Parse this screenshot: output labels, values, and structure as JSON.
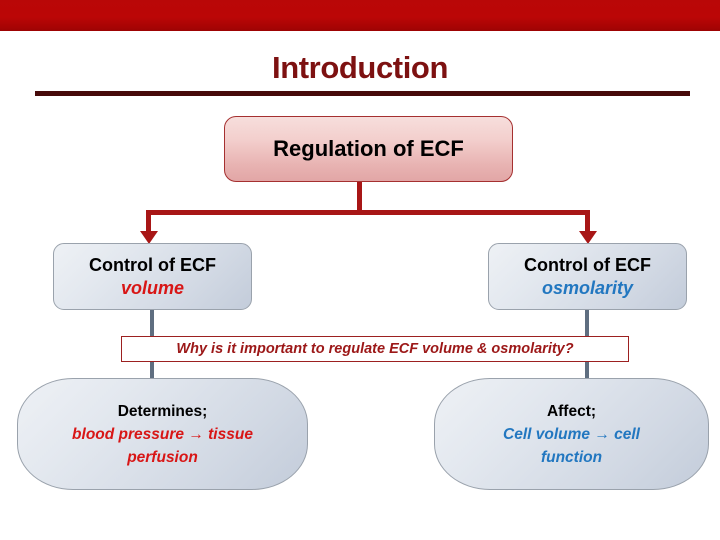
{
  "slide": {
    "title": "Introduction",
    "background_color": "#ffffff",
    "band_color": "#bb0606",
    "title_color": "#7d1111",
    "rule_color": "#470a0a"
  },
  "colors": {
    "pink_box_fill": "#f3cfcd",
    "pink_box_border": "#a53030",
    "gray_box_fill": "#dde3ec",
    "gray_box_border": "#9aa2ac",
    "connector_red": "#a81616",
    "connector_slate": "#5f6e80",
    "text_red": "#d81616",
    "text_blue": "#2277c0",
    "text_black": "#000000",
    "question_red": "#9c1818"
  },
  "diagram": {
    "root": {
      "label": "Regulation of ECF"
    },
    "branches": [
      {
        "title_line": "Control of ECF",
        "emphasis_line": "volume",
        "emphasis_color": "#d81616",
        "outcome_title": "Determines;",
        "outcome_line_1_a": "blood pressure",
        "outcome_arrow": "→",
        "outcome_line_1_b": "tissue",
        "outcome_line_2": "perfusion",
        "outcome_color": "#d81616"
      },
      {
        "title_line": "Control of ECF",
        "emphasis_line": "osmolarity",
        "emphasis_color": "#2277c0",
        "outcome_title": "Affect;",
        "outcome_line_1_a": "Cell volume",
        "outcome_arrow": "→",
        "outcome_line_1_b": "cell",
        "outcome_line_2": "function",
        "outcome_color": "#2277c0"
      }
    ],
    "question": "Why is it important to regulate ECF volume & osmolarity?"
  }
}
